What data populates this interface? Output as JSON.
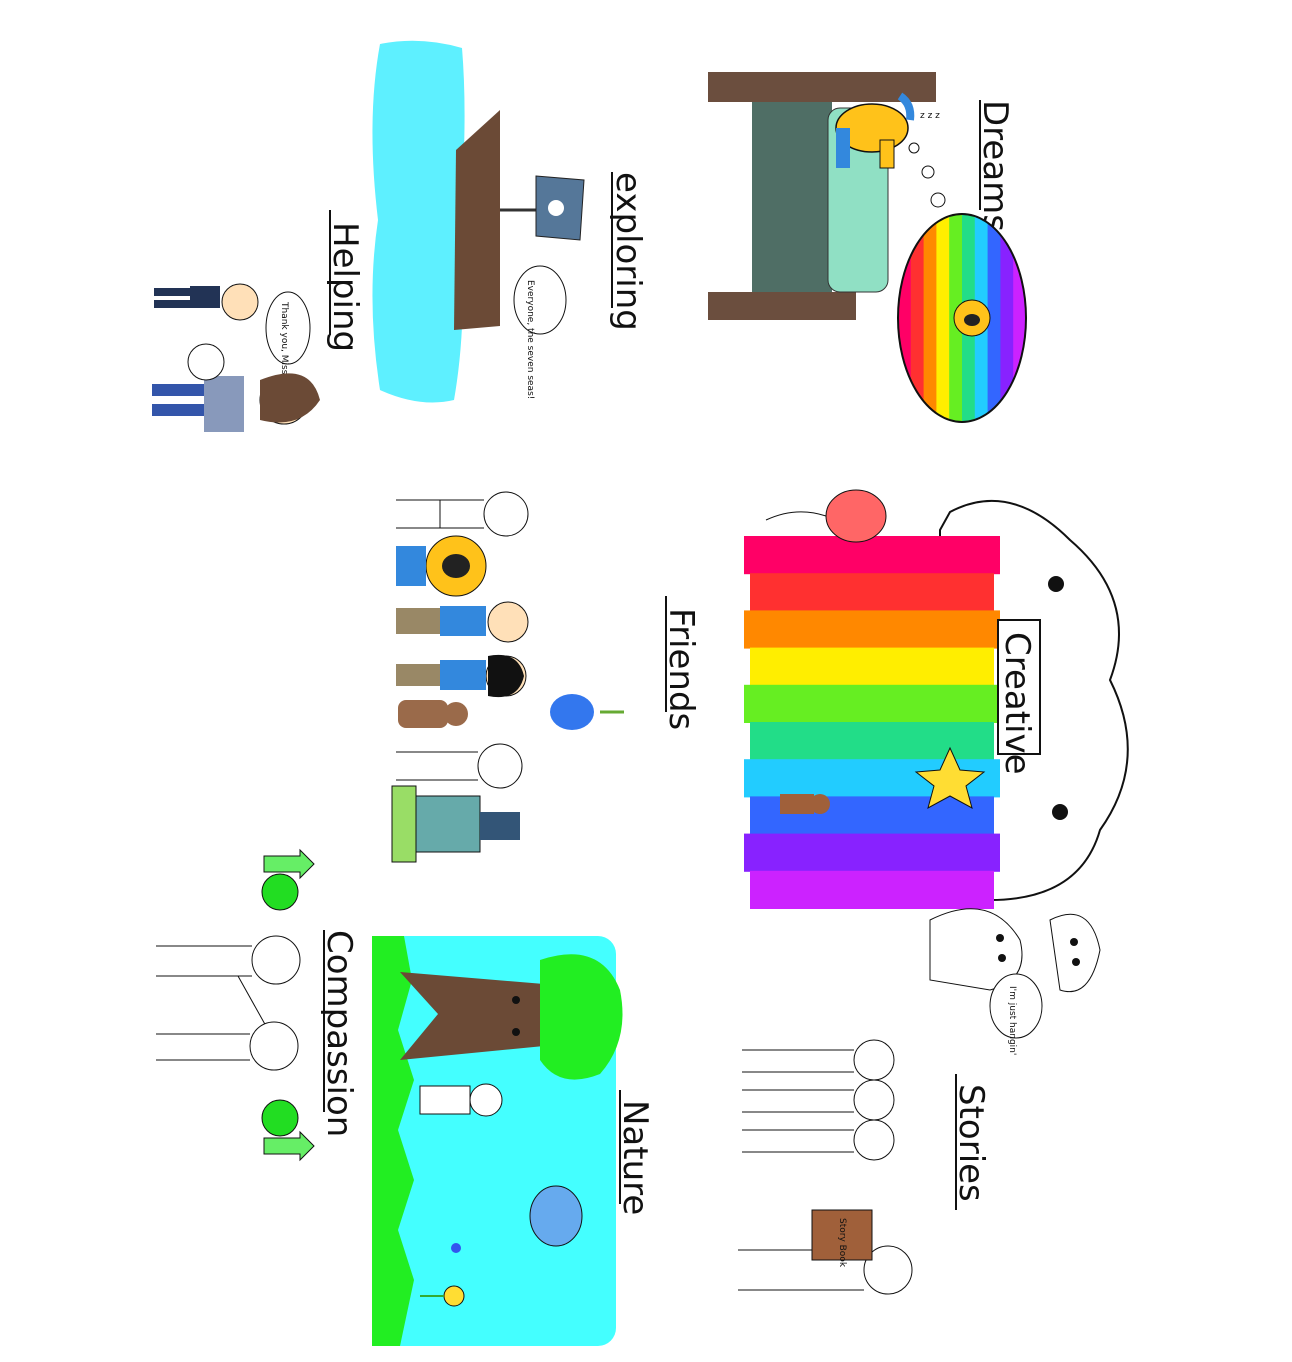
{
  "headings": {
    "dreams": "Dreams",
    "exploring": "exploring",
    "helping": "Helping",
    "friends": "Friends",
    "creative": "Creative",
    "stories": "Stories",
    "nature": "Nature",
    "compassion": "Compassion"
  },
  "bubbles": {
    "helping": "Thank you, Miss",
    "exploring": "Everyone, the seven seas!",
    "creative": "I'm just hangin'",
    "book_cover": "Story Book"
  },
  "colors": {
    "water": "#5ef0ff",
    "boat": "#6b4a36",
    "bed_frame": "#6b4e3e",
    "bed_board": "#4f6e65",
    "blanket": "#90e0c4",
    "sky": "#44ffff",
    "grass": "#22ee22",
    "tree_trunk": "#6b4a36",
    "leaves": "#22ee22",
    "rainbow": [
      "#ff0066",
      "#ff3030",
      "#ff8800",
      "#ffee00",
      "#66ee22",
      "#22dd88",
      "#22ccff",
      "#3366ff",
      "#8822ff",
      "#cc22ff"
    ],
    "compassion_face": "#22dd22",
    "compassion_arrow": "#66ee66"
  }
}
